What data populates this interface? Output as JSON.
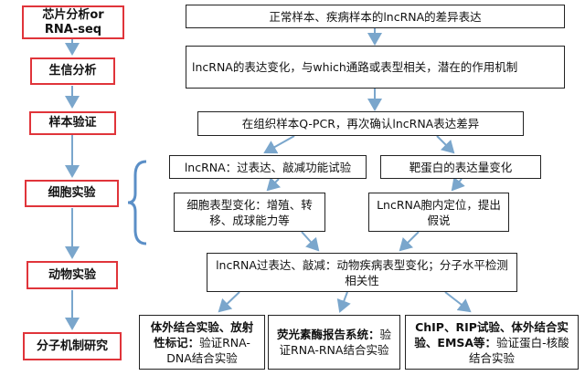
{
  "stages": [
    {
      "label": "芯片分析or RNA-seq"
    },
    {
      "label": "生信分析"
    },
    {
      "label": "样本验证"
    },
    {
      "label": "细胞实验"
    },
    {
      "label": "动物实验"
    },
    {
      "label": "分子机制研究"
    }
  ],
  "nodes": {
    "expr": "正常样本、疾病样本的lncRNA的差异表达",
    "bioinfo": "lncRNA的表达变化，与which通路或表型相关，潜在的作用机制",
    "qpcr": "在组织样本Q-PCR，再次确认lncRNA表达差异",
    "overexp": "lncRNA：过表达、敲减功能试验",
    "target": "靶蛋白的表达量变化",
    "pheno": "细胞表型变化：增殖、转移、成球能力等",
    "local": "LncRNA胞内定位，提出假说",
    "animal": "lncRNA过表达、敲减：动物疾病表型变化；分子水平检测相关性",
    "m1_bold": "体外结合实验、放射性标记：",
    "m1_rest": "验证RNA-DNA结合实验",
    "m2_bold": "荧光素酶报告系统：",
    "m2_rest": "验证RNA-RNA结合实验",
    "m3_bold": "ChIP、RIP试验、体外结合实验、EMSA等：",
    "m3_rest": "验证蛋白-核酸结合实验"
  },
  "colors": {
    "stage_border": "#e0343a",
    "arrow": "#7aa6cc",
    "bracket": "#5b8fc7",
    "node_border": "#222222"
  }
}
